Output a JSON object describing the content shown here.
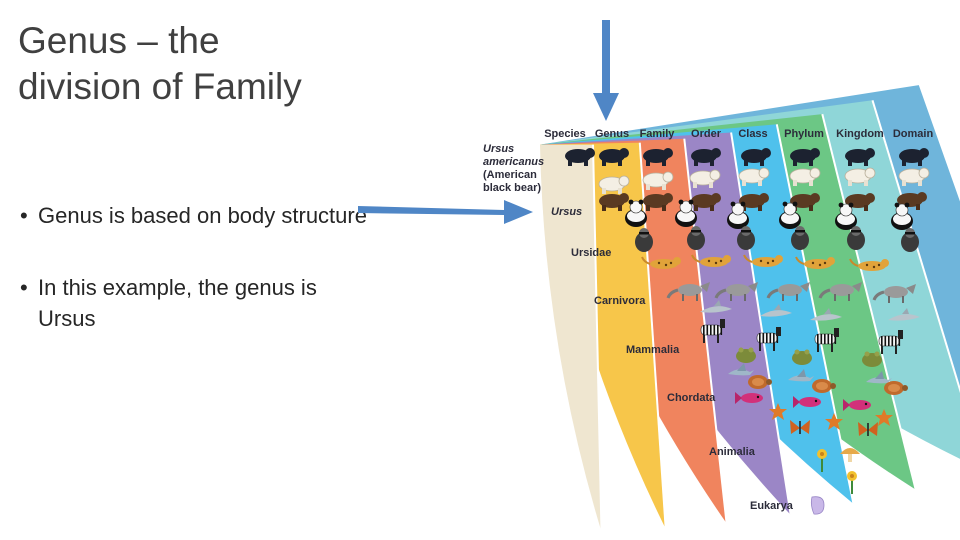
{
  "slide": {
    "title_lines": [
      "Genus – the",
      "division of Family"
    ],
    "bullets": [
      "Genus is based on body structure",
      "In this example, the genus is Ursus"
    ],
    "bullet_glyph": "•"
  },
  "diagram": {
    "header_labels": [
      "Species",
      "Genus",
      "Family",
      "Order",
      "Class",
      "Phylum",
      "Kingdom",
      "Domain"
    ],
    "species_name_lines": [
      "Ursus",
      "americanus",
      "(American",
      "black bear)"
    ],
    "level_labels": [
      "Ursus",
      "Ursidae",
      "Carnivora",
      "Mammalia",
      "Chordata",
      "Animalia",
      "Eukarya"
    ],
    "band_colors": [
      "#efe6d0",
      "#f7c64a",
      "#f0845e",
      "#9b86c6",
      "#4fc1ec",
      "#6cc785",
      "#8fd6d8",
      "#6fb5db"
    ],
    "arrow_color": "#4f86c6",
    "organisms": [
      "black-bear",
      "polar-bear",
      "brown-bear",
      "giant-panda",
      "raccoon",
      "leopard",
      "fox",
      "dolphin",
      "zebra",
      "frog",
      "bird",
      "turtle",
      "fish",
      "starfish",
      "butterfly",
      "mushroom",
      "flower",
      "amoeba"
    ]
  }
}
